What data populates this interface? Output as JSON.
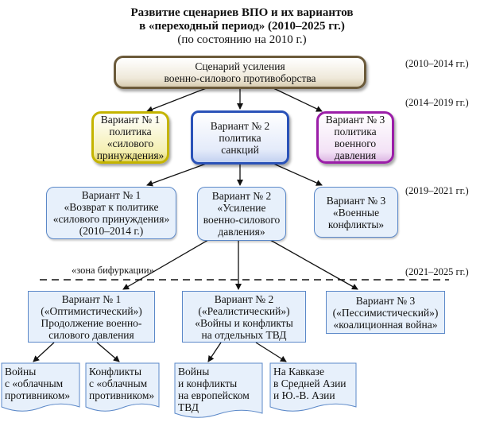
{
  "header": {
    "title_line1": "Развитие сценариев ВПО и их вариантов",
    "title_line2": "в «переходный период» (2010–2025 гг.)",
    "subtitle": "(по состоянию на 2010 г.)"
  },
  "periods": [
    "(2010–2014 гг.)",
    "(2014–2019 гг.)",
    "(2019–2021 гг.)",
    "(2021–2025 гг.)"
  ],
  "scenario": {
    "lines": [
      "Сценарий усиления",
      "военно-силового противоборства"
    ]
  },
  "level1": [
    {
      "lines": [
        "Вариант № 1",
        "политика",
        "«силового",
        "принуждения»"
      ]
    },
    {
      "lines": [
        "Вариант № 2",
        "политика",
        "санкций"
      ]
    },
    {
      "lines": [
        "Вариант № 3",
        "политика",
        "военного",
        "давления"
      ]
    }
  ],
  "level2": [
    {
      "lines": [
        "Вариант № 1",
        "«Возврат к политике",
        "«силового принуждения»",
        "(2010–2014 г.)"
      ]
    },
    {
      "lines": [
        "Вариант № 2",
        "«Усиление",
        "военно-силового",
        "давления»"
      ]
    },
    {
      "lines": [
        "Вариант № 3",
        "«Военные",
        "конфликты»"
      ]
    }
  ],
  "bifurcation_label": "«зона бифуркации»",
  "level3": [
    {
      "lines": [
        "Вариант № 1",
        "(«Оптимистический»)",
        "Продолжение военно-",
        "силового давления"
      ]
    },
    {
      "lines": [
        "Вариант № 2",
        "(«Реалистический»)",
        "«Войны и конфликты",
        "на отдельных ТВД"
      ]
    },
    {
      "lines": [
        "Вариант № 3",
        "(«Пессимистический»)",
        "«коалиционная война»"
      ]
    }
  ],
  "outcomes": [
    {
      "lines": [
        "Войны",
        "с «облачным",
        "противником»"
      ]
    },
    {
      "lines": [
        "Конфликты",
        "с «облачным",
        "противником»"
      ]
    },
    {
      "lines": [
        "Войны",
        "и конфликты",
        "на европейском",
        "ТВД"
      ]
    },
    {
      "lines": [
        "На Кавказе",
        "в Средней Азии",
        "и Ю.-В. Азии"
      ]
    }
  ]
}
